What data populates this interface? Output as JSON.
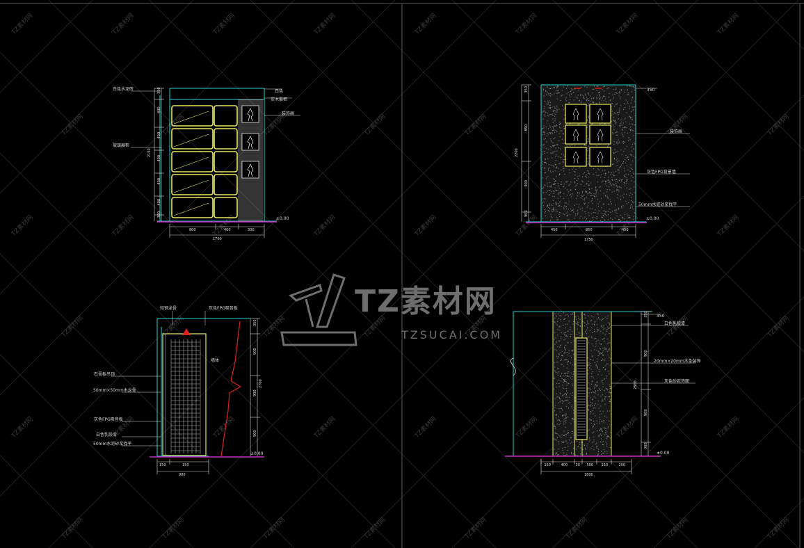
{
  "watermark": {
    "brand_cn": "TZ素材网",
    "brand_en": "TZSUCAI.COM",
    "tile_text": "TZ素材网"
  },
  "colors": {
    "background": "#000000",
    "frame_line": "#5a5a5a",
    "cyan": "#29d3d3",
    "yellow": "#e8e860",
    "magenta": "#c82fc8",
    "red": "#e02020",
    "white": "#e0e0e0",
    "watermark": "#3a3a3a"
  },
  "elevation_top_left": {
    "labels": {
      "l1": "白色水泥砖",
      "l2": "玻璃展柜",
      "r1": "白色",
      "r2": "实木展柜",
      "r3": "装饰画"
    },
    "vdims": [
      "350",
      "400",
      "400",
      "400",
      "400",
      "400",
      "300"
    ],
    "vdim_total": "2150",
    "hdims": [
      "800",
      "400",
      "300"
    ],
    "hdim_total": "1700",
    "level": "±0.00"
  },
  "elevation_top_right": {
    "labels": {
      "r1": "350",
      "r2": "装饰画",
      "r3": "灰色FPG背景墙",
      "r4": "50mm水泥砂浆找平"
    },
    "vdims": [
      "350",
      "850",
      "900",
      "900"
    ],
    "vdim_total": "2200",
    "hdims": [
      "450",
      "850",
      "450"
    ],
    "hdim_total": "1750",
    "level": "±0.00"
  },
  "section_bottom_left": {
    "labels": {
      "t1": "轻钢龙骨",
      "t2": "灰色FPG吸音板",
      "l1": "石膏板吊顶",
      "l2": "50mm×50mm木龙骨",
      "l3": "灰色FPG吸音板",
      "l4": "白色乳胶漆",
      "l5": "50mm水泥砂浆找平",
      "wall": "墙体"
    },
    "vdims": [
      "350",
      "900",
      "900",
      "900"
    ],
    "vdim_total": "2700",
    "hdims": [
      "150",
      "150"
    ],
    "hdim_total": "900",
    "level": "±0.00"
  },
  "section_bottom_right": {
    "labels": {
      "r1": "白色乳胶漆",
      "r2": "20mm×20mm木条装饰",
      "r3": "灰色砂岩饰面",
      "t1": "350"
    },
    "vdims": [
      "350",
      "900",
      "900",
      "300"
    ],
    "vdim_total": "2800",
    "hdims": [
      "150",
      "400",
      "30",
      "500",
      "150",
      "200"
    ],
    "hdim_total": "1800",
    "level": "±0.00"
  }
}
